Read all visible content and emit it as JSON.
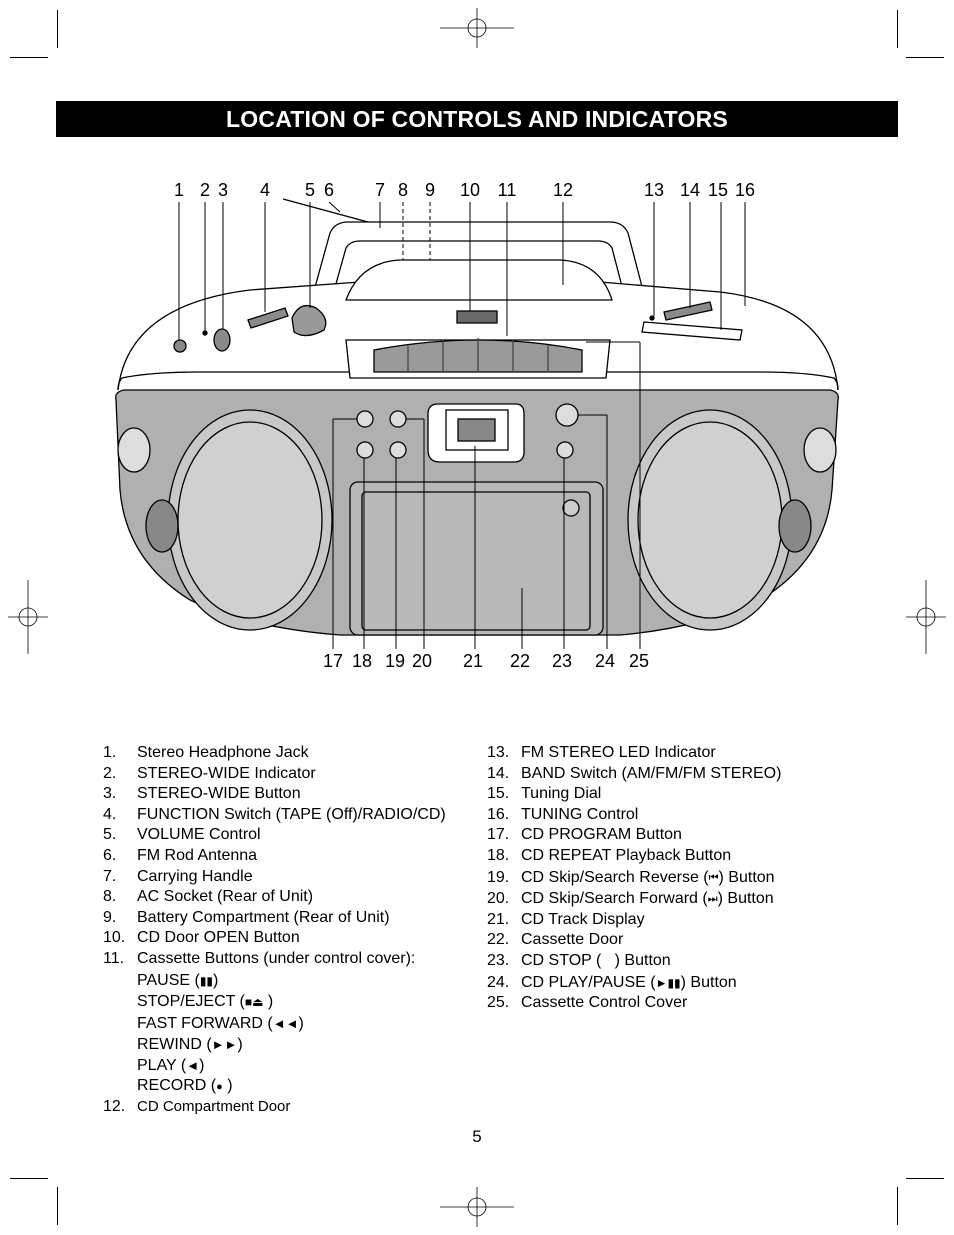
{
  "header": {
    "title": "LOCATION OF CONTROLS AND INDICATORS"
  },
  "diagram": {
    "top_callouts": [
      "1",
      "2",
      "3",
      "4",
      "5",
      "6",
      "7",
      "8",
      "9",
      "10",
      "11",
      "12",
      "13",
      "14",
      "15",
      "16"
    ],
    "bottom_callouts": [
      "17",
      "18",
      "19",
      "20",
      "21",
      "22",
      "23",
      "24",
      "25"
    ]
  },
  "left_list": [
    {
      "num": "1.",
      "label": "Stereo Headphone Jack"
    },
    {
      "num": "2.",
      "label": "STEREO-WIDE Indicator"
    },
    {
      "num": "3.",
      "label": "STEREO-WIDE Button"
    },
    {
      "num": "4.",
      "label": "FUNCTION Switch (TAPE (Off)/RADIO/CD)"
    },
    {
      "num": "5.",
      "label": "VOLUME Control"
    },
    {
      "num": "6.",
      "label": "FM Rod Antenna"
    },
    {
      "num": "7.",
      "label": "Carrying Handle"
    },
    {
      "num": "8.",
      "label": "AC Socket (Rear of Unit)"
    },
    {
      "num": "9.",
      "label": "Battery Compartment (Rear of Unit)"
    },
    {
      "num": "10.",
      "label": "CD Door OPEN Button"
    },
    {
      "num": "11.",
      "label": "Cassette Buttons (under control cover):"
    }
  ],
  "cassette_buttons": [
    {
      "label": "PAUSE (",
      "symbol": "▮▮",
      "close": ")"
    },
    {
      "label": "STOP/EJECT (",
      "symbol": "■⏏",
      "close": " )"
    },
    {
      "label": "FAST FORWARD (",
      "symbol": "◄◄",
      "close": ")"
    },
    {
      "label": "REWIND (",
      "symbol": "►►",
      "close": ")"
    },
    {
      "label": "PLAY (",
      "symbol": "◄",
      "close": ")"
    },
    {
      "label": "RECORD (",
      "symbol": "●",
      "close": " )"
    }
  ],
  "item_12": {
    "num": "12.",
    "label": "CD Compartment Door"
  },
  "right_list": [
    {
      "num": "13.",
      "label": "FM STEREO LED Indicator"
    },
    {
      "num": "14.",
      "label": "BAND Switch (AM/FM/FM STEREO)"
    },
    {
      "num": "15.",
      "label": "Tuning Dial"
    },
    {
      "num": "16.",
      "label": "TUNING Control"
    },
    {
      "num": "17.",
      "label": "CD PROGRAM Button"
    },
    {
      "num": "18.",
      "label": "CD REPEAT Playback Button"
    },
    {
      "num": "19.",
      "label": "CD Skip/Search Reverse (",
      "symbol": "⏮",
      "tail": ") Button"
    },
    {
      "num": "20.",
      "label": "CD Skip/Search Forward (",
      "symbol": "⏭",
      "tail": ") Button"
    },
    {
      "num": "21.",
      "label": "CD Track Display"
    },
    {
      "num": "22.",
      "label": "Cassette Door"
    },
    {
      "num": "23.",
      "label": "CD STOP (   ) Button"
    },
    {
      "num": "24.",
      "label": "CD PLAY/PAUSE (",
      "symbol": "►▮▮",
      "tail": ") Button"
    },
    {
      "num": "25.",
      "label": "Cassette Control Cover"
    }
  ],
  "footer": {
    "page_number": "5"
  }
}
